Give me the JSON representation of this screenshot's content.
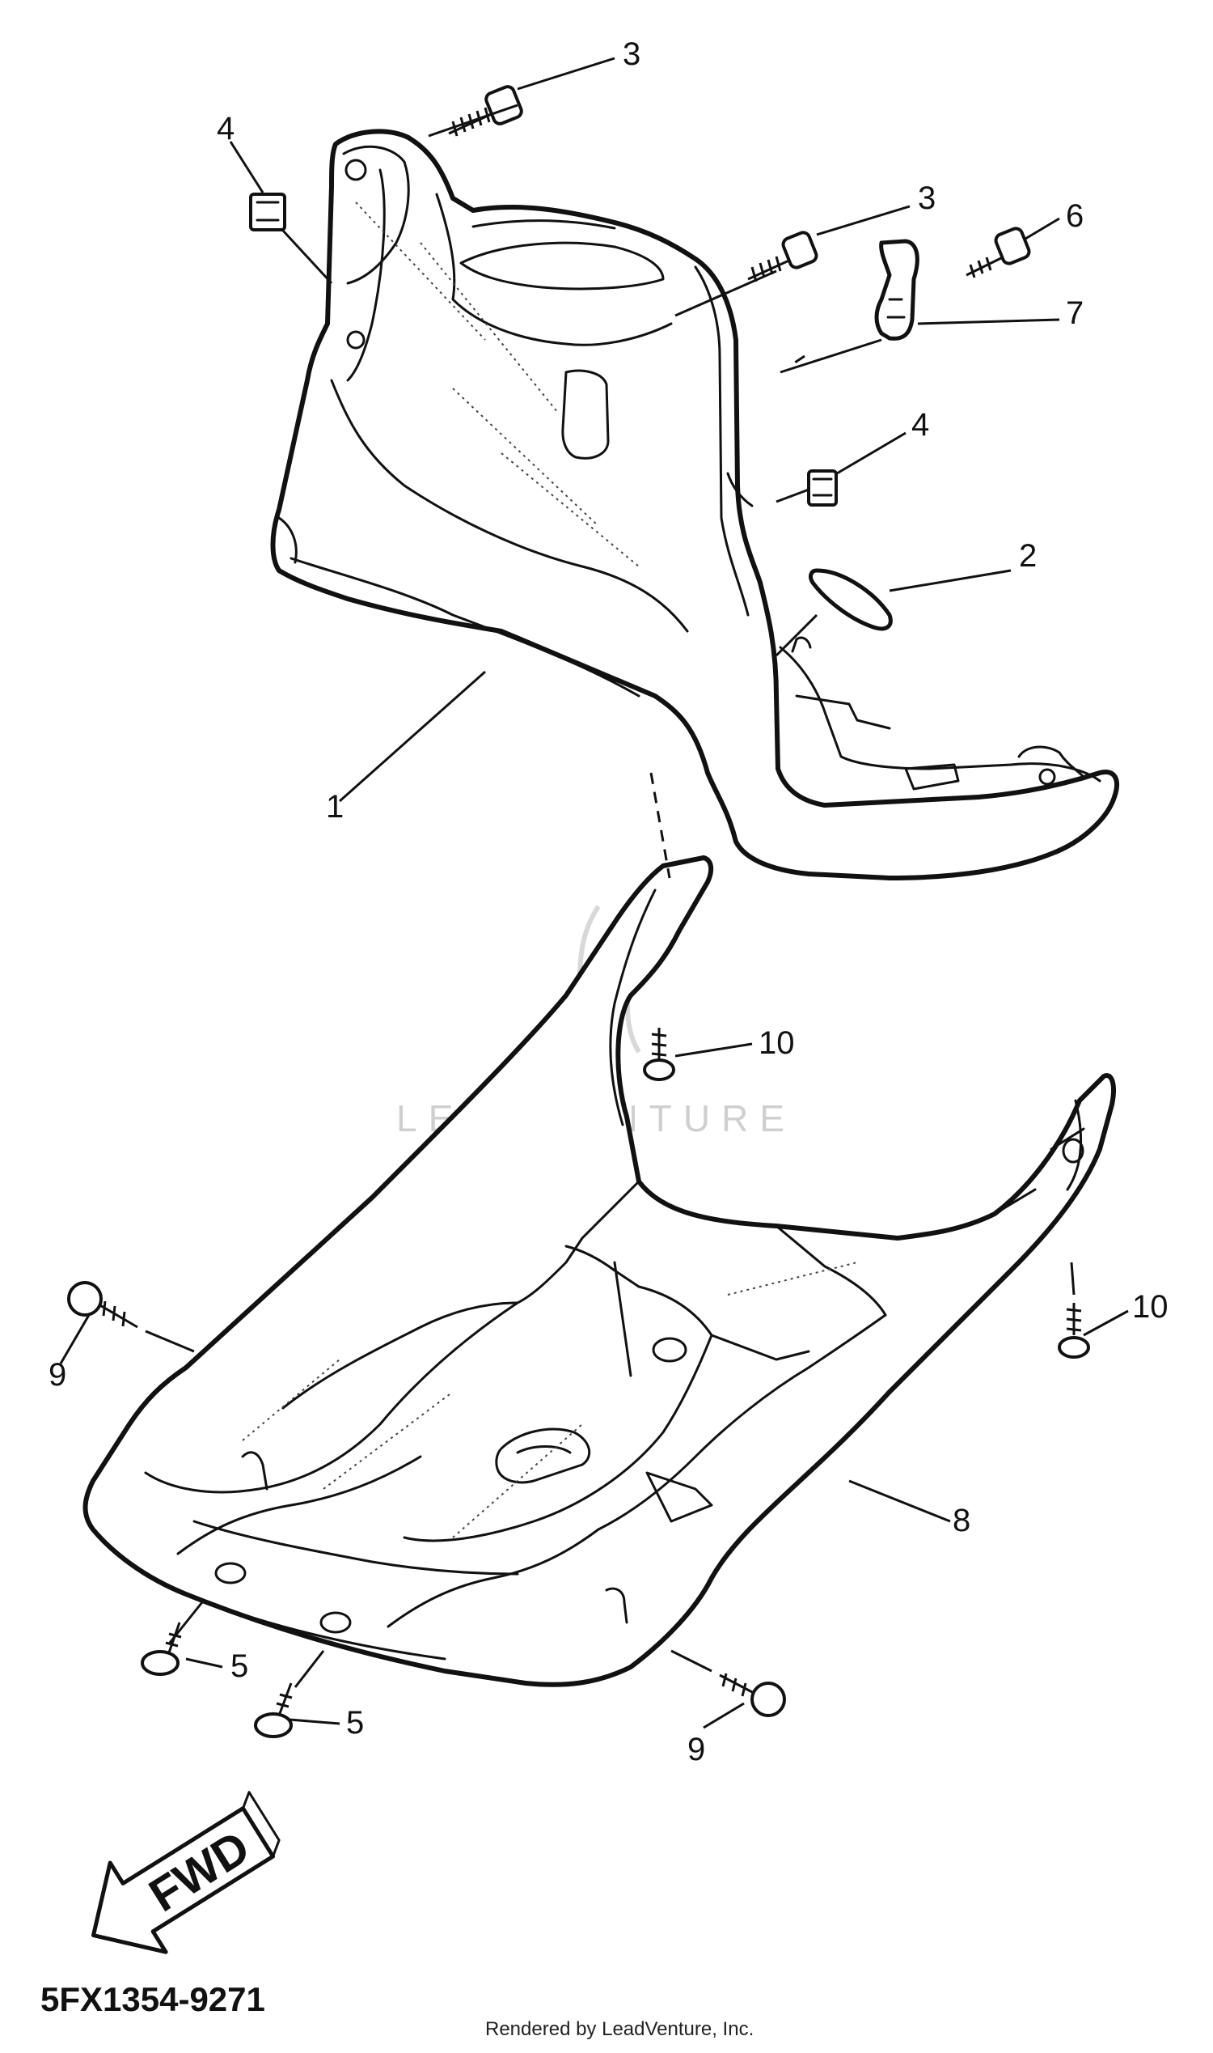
{
  "diagram_code": "5FX1354-9271",
  "credit": "Rendered by LeadVenture, Inc.",
  "watermark": "LEADVENTURE",
  "direction_label": "FWD",
  "callouts": [
    "1",
    "2",
    "3",
    "3",
    "4",
    "4",
    "5",
    "5",
    "6",
    "7",
    "8",
    "9",
    "9",
    "10",
    "10"
  ],
  "colors": {
    "line": "#111111",
    "background": "#ffffff",
    "watermark": "#cfcfcf"
  }
}
